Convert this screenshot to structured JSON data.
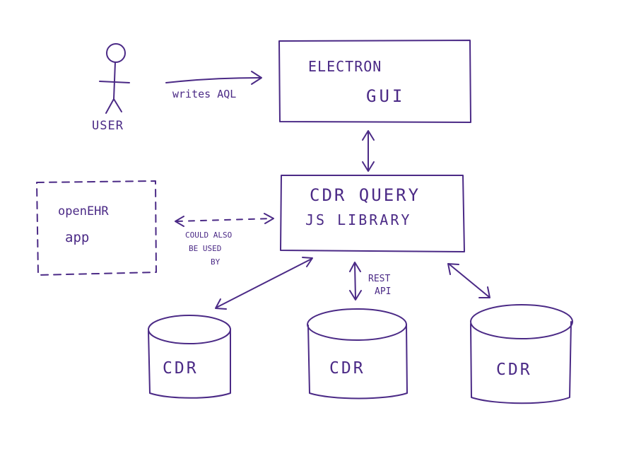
{
  "colors": {
    "ink": "#4b2a86",
    "background": "#ffffff"
  },
  "actor": {
    "label": "USER",
    "icon": "stick-figure-icon"
  },
  "edges": {
    "user_to_gui": "writes AQL",
    "app_to_library": [
      "COULD ALSO",
      "BE USED",
      "BY"
    ],
    "library_to_cdr": [
      "REST",
      "API"
    ]
  },
  "nodes": {
    "electron_gui": {
      "line1": "ELECTRON",
      "line2": "GUI"
    },
    "cdr_query_library": {
      "line1": "CDR QUERY",
      "line2": "JS LIBRARY"
    },
    "openehr_app": {
      "line1": "openEHR",
      "line2": "app"
    },
    "cdr_left": {
      "label": "CDR"
    },
    "cdr_middle": {
      "label": "CDR"
    },
    "cdr_right": {
      "label": "CDR"
    }
  }
}
